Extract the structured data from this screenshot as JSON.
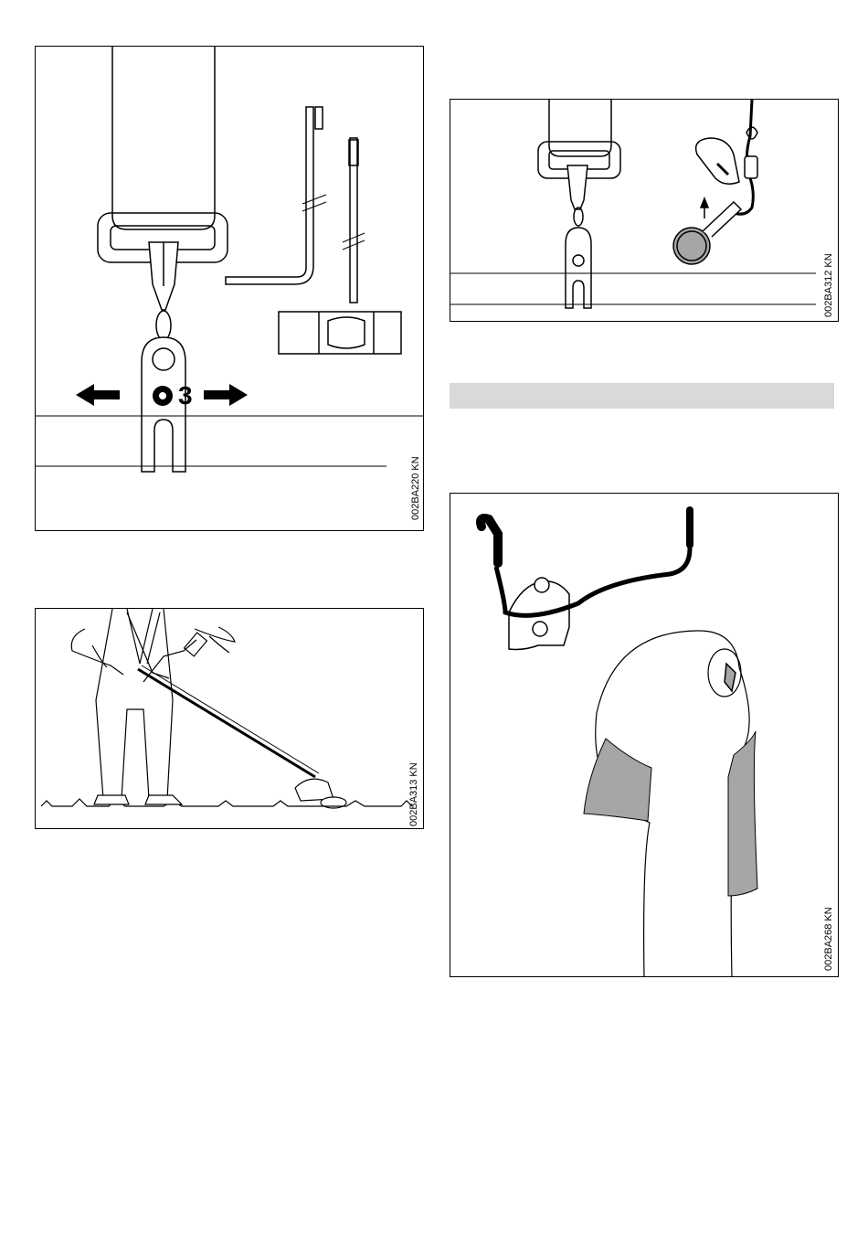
{
  "figures": {
    "strap_adjust": {
      "code": "002BA220 KN",
      "number_label": "3"
    },
    "hook_attach": {
      "code": "002BA312 KN"
    },
    "operator_stance": {
      "code": "002BA313 KN"
    },
    "bike_handle": {
      "code": "002BA268 KN"
    }
  },
  "colors": {
    "line": "#000000",
    "fill_gray": "#a6a6a6",
    "section_bar": "#d9d9d9"
  },
  "icons": [
    "arrow-left-icon",
    "arrow-right-icon",
    "torx-screw-icon",
    "hex-wrench-icon",
    "combination-wrench-icon"
  ]
}
